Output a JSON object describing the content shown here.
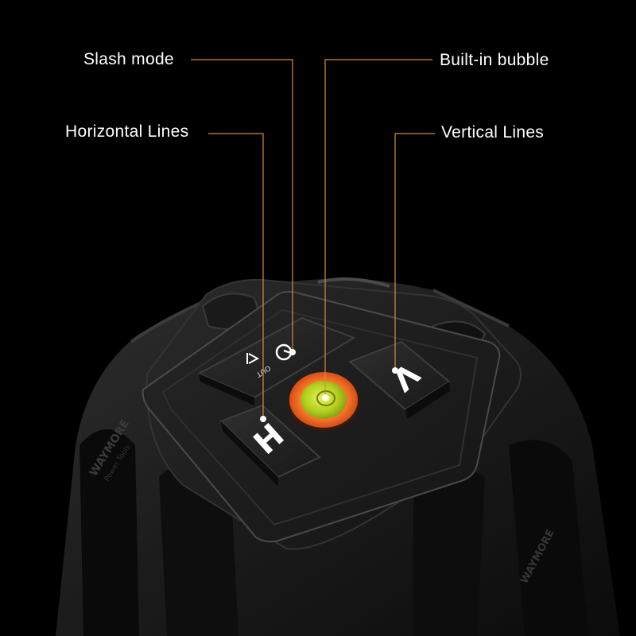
{
  "callouts": {
    "slash_mode": "Slash mode",
    "horizontal_lines": "Horizontal Lines",
    "built_in_bubble": "Built-in bubble",
    "vertical_lines": "Vertical Lines"
  },
  "buttons": {
    "horizontal_key": "H",
    "vertical_key": "V",
    "out_label": "OUT"
  },
  "branding": {
    "brand_text": "WAYMORE",
    "sub_text": "Power Tools"
  },
  "colors": {
    "background": "#000000",
    "leader_line": "#d98a3a",
    "body": "#1c1c1c",
    "bubble_ring": "#e2541b",
    "bubble_fluid": "#b9d41c",
    "label_text": "#ffffff"
  },
  "icons": [
    "power-icon",
    "slash-mode-icon",
    "bubble-level-icon"
  ]
}
